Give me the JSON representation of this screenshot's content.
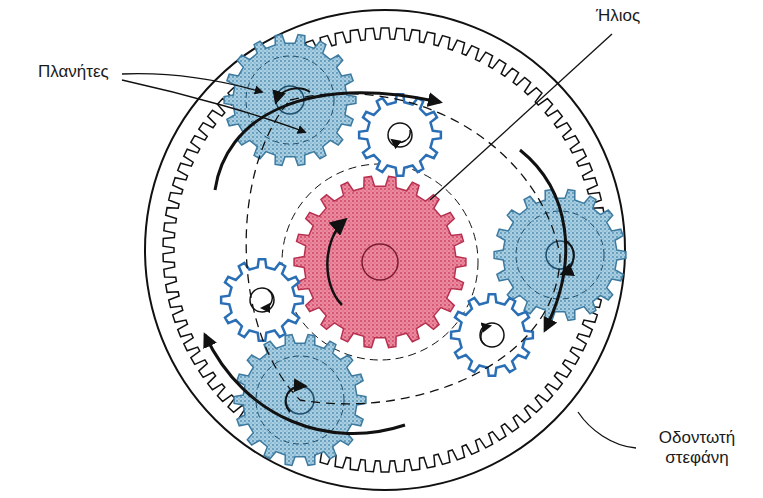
{
  "diagram": {
    "labels": [
      "Πλανήτες",
      "Ήλιος",
      "Οδοντωτή στεφάνη"
    ]
  }
}
